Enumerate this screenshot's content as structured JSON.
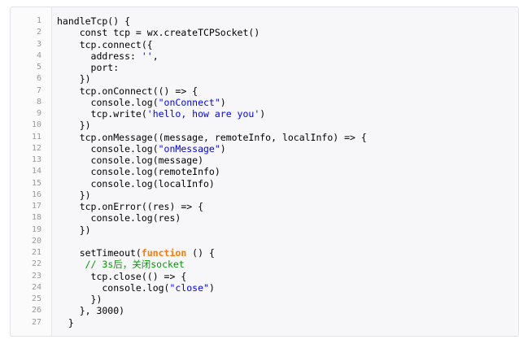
{
  "code": {
    "lines": [
      {
        "num": "1",
        "parts": [
          {
            "t": "handleTcp() {",
            "c": ""
          }
        ]
      },
      {
        "num": "2",
        "parts": [
          {
            "t": "    const tcp = wx.createTCPSocket()",
            "c": ""
          }
        ]
      },
      {
        "num": "3",
        "parts": [
          {
            "t": "    tcp.connect({",
            "c": ""
          }
        ]
      },
      {
        "num": "4",
        "parts": [
          {
            "t": "      address: ",
            "c": ""
          },
          {
            "t": "''",
            "c": "str"
          },
          {
            "t": ",",
            "c": ""
          }
        ]
      },
      {
        "num": "5",
        "parts": [
          {
            "t": "      port:",
            "c": ""
          }
        ]
      },
      {
        "num": "6",
        "parts": [
          {
            "t": "    })",
            "c": ""
          }
        ]
      },
      {
        "num": "7",
        "parts": [
          {
            "t": "    tcp.onConnect(() => {",
            "c": ""
          }
        ]
      },
      {
        "num": "8",
        "parts": [
          {
            "t": "      console.log(",
            "c": ""
          },
          {
            "t": "\"onConnect\"",
            "c": "str"
          },
          {
            "t": ")",
            "c": ""
          }
        ]
      },
      {
        "num": "9",
        "parts": [
          {
            "t": "      tcp.write(",
            "c": ""
          },
          {
            "t": "'hello, how are you'",
            "c": "str"
          },
          {
            "t": ")",
            "c": ""
          }
        ]
      },
      {
        "num": "10",
        "parts": [
          {
            "t": "    })",
            "c": ""
          }
        ]
      },
      {
        "num": "11",
        "parts": [
          {
            "t": "    tcp.onMessage((message, remoteInfo, localInfo) => {",
            "c": ""
          }
        ]
      },
      {
        "num": "12",
        "parts": [
          {
            "t": "      console.log(",
            "c": ""
          },
          {
            "t": "\"onMessage\"",
            "c": "str"
          },
          {
            "t": ")",
            "c": ""
          }
        ]
      },
      {
        "num": "13",
        "parts": [
          {
            "t": "      console.log(message)",
            "c": ""
          }
        ]
      },
      {
        "num": "14",
        "parts": [
          {
            "t": "      console.log(remoteInfo)",
            "c": ""
          }
        ]
      },
      {
        "num": "15",
        "parts": [
          {
            "t": "      console.log(localInfo)",
            "c": ""
          }
        ]
      },
      {
        "num": "16",
        "parts": [
          {
            "t": "    })",
            "c": ""
          }
        ]
      },
      {
        "num": "17",
        "parts": [
          {
            "t": "    tcp.onError((res) => {",
            "c": ""
          }
        ]
      },
      {
        "num": "18",
        "parts": [
          {
            "t": "      console.log(res)",
            "c": ""
          }
        ]
      },
      {
        "num": "19",
        "parts": [
          {
            "t": "    })",
            "c": ""
          }
        ]
      },
      {
        "num": "20",
        "parts": [
          {
            "t": "",
            "c": ""
          }
        ]
      },
      {
        "num": "21",
        "parts": [
          {
            "t": "    setTimeout(",
            "c": ""
          },
          {
            "t": "function",
            "c": "kw"
          },
          {
            "t": " () {",
            "c": ""
          }
        ]
      },
      {
        "num": "22",
        "parts": [
          {
            "t": "     ",
            "c": ""
          },
          {
            "t": "// 3s后，关闭socket",
            "c": "cm"
          }
        ]
      },
      {
        "num": "23",
        "parts": [
          {
            "t": "      tcp.close(() => {",
            "c": ""
          }
        ]
      },
      {
        "num": "24",
        "parts": [
          {
            "t": "        console.log(",
            "c": ""
          },
          {
            "t": "\"close\"",
            "c": "str"
          },
          {
            "t": ")",
            "c": ""
          }
        ]
      },
      {
        "num": "25",
        "parts": [
          {
            "t": "      })",
            "c": ""
          }
        ]
      },
      {
        "num": "26",
        "parts": [
          {
            "t": "    }, 3000)",
            "c": ""
          }
        ]
      },
      {
        "num": "27",
        "parts": [
          {
            "t": "  }",
            "c": ""
          }
        ]
      }
    ]
  }
}
